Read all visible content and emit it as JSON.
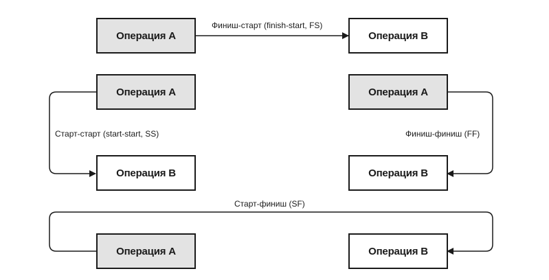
{
  "nodes": {
    "fs_a": "Операция A",
    "fs_b": "Операция B",
    "ss_a": "Операция A",
    "ss_b": "Операция B",
    "ff_a": "Операция A",
    "ff_b": "Операция B",
    "sf_a": "Операция A",
    "sf_b": "Операция B"
  },
  "labels": {
    "fs": "Финиш-старт (finish-start, FS)",
    "ss": "Старт-старт (start-start, SS)",
    "ff": "Финиш-финиш (FF)",
    "sf": "Старт-финиш (SF)"
  },
  "colors": {
    "predecessor_fill": "#e3e3e3",
    "successor_fill": "#ffffff",
    "stroke": "#1a1a1a"
  }
}
